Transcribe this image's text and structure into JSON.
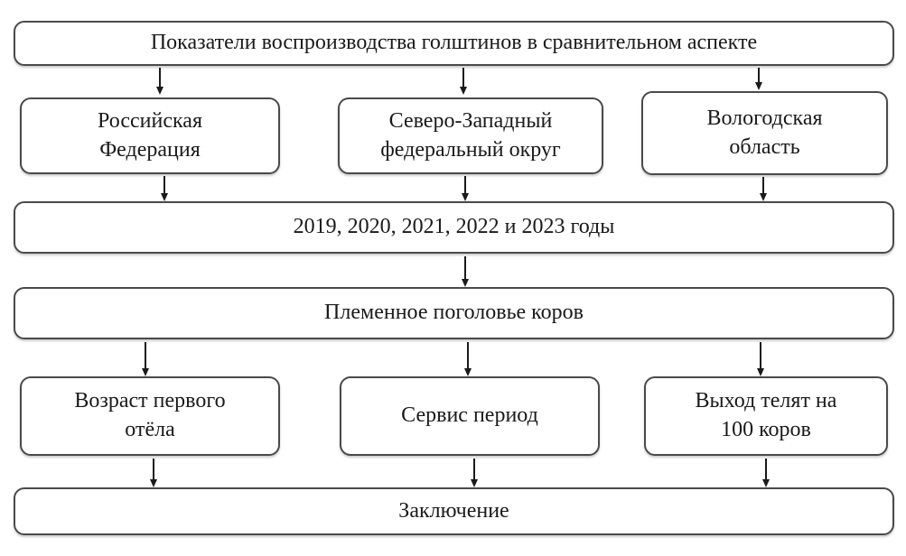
{
  "diagram": {
    "title": "Показатели воспроизводства голштинов в сравнительном аспекте",
    "regions": [
      {
        "label": "Российская Федерация"
      },
      {
        "label": "Северо-Западный федеральный округ"
      },
      {
        "label": "Вологодская область"
      }
    ],
    "years_label": "2019, 2020, 2021, 2022 и 2023 годы",
    "population_label": "Племенное поголовье коров",
    "indicators": [
      {
        "label": "Возраст первого отёла"
      },
      {
        "label": "Сервис период"
      },
      {
        "label": "Выход телят на 100 коров"
      }
    ],
    "conclusion_label": "Заключение",
    "colors": {
      "border": "#4a4a4a",
      "text": "#1a1a1a",
      "background": "#ffffff"
    }
  }
}
